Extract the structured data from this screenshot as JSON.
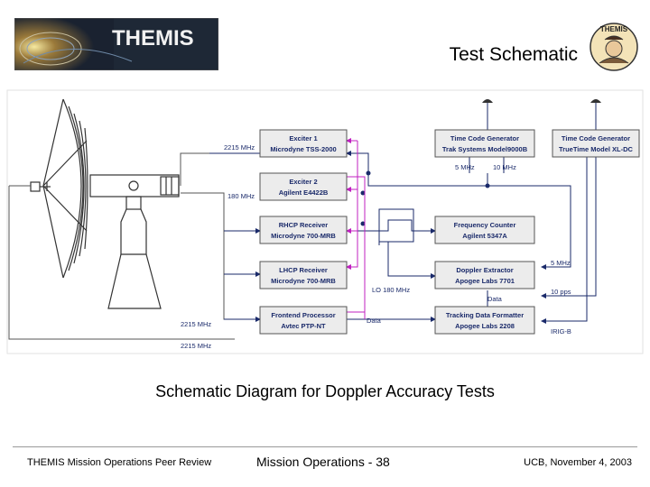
{
  "header": {
    "logo_text": "THEMIS",
    "mascot_text": "THEMIS",
    "title": "Test Schematic"
  },
  "diagram": {
    "boxes": [
      {
        "id": "exciter1",
        "line1": "Exciter 1",
        "line2": "Microdyne TSS-2000"
      },
      {
        "id": "exciter2",
        "line1": "Exciter 2",
        "line2": "Agilent E4422B"
      },
      {
        "id": "rhcp",
        "line1": "RHCP Receiver",
        "line2": "Microdyne 700-MRB"
      },
      {
        "id": "lhcp",
        "line1": "LHCP Receiver",
        "line2": "Microdyne 700-MRB"
      },
      {
        "id": "frontend",
        "line1": "Frontend Processor",
        "line2": "Avtec PTP-NT"
      },
      {
        "id": "tcg1",
        "line1": "Time Code Generator",
        "line2": "Trak Systems Model9000B"
      },
      {
        "id": "tcg2",
        "line1": "Time Code Generator",
        "line2": "TrueTime Model XL-DC"
      },
      {
        "id": "freq",
        "line1": "Frequency Counter",
        "line2": "Agilent 5347A"
      },
      {
        "id": "doppler",
        "line1": "Doppler Extractor",
        "line2": "Apogee Labs 7701"
      },
      {
        "id": "tdf",
        "line1": "Tracking Data Formatter",
        "line2": "Apogee Labs 2208"
      }
    ],
    "labels": {
      "f2215_top": "2215 MHz",
      "f180": "180 MHz",
      "f2215_bottom": "2215 MHz",
      "f2215_lower": "2215 MHz",
      "lo180": "LO 180 MHz",
      "data_left": "Data",
      "data_mid": "Data",
      "mhz5_top": "5 MHz",
      "mhz10": "10 MHz",
      "mhz5_right": "5 MHz",
      "pps10": "10 pps",
      "irigb": "IRIG-B"
    },
    "colors": {
      "magenta": "#c020c0",
      "navy": "#1a2a6a",
      "box_fill": "#ececec",
      "box_stroke": "#555555"
    }
  },
  "caption": "Schematic Diagram for Doppler Accuracy Tests",
  "footer": {
    "left": "THEMIS Mission Operations Peer Review",
    "center": "Mission Operations - 38",
    "right": "UCB, November 4, 2003"
  }
}
